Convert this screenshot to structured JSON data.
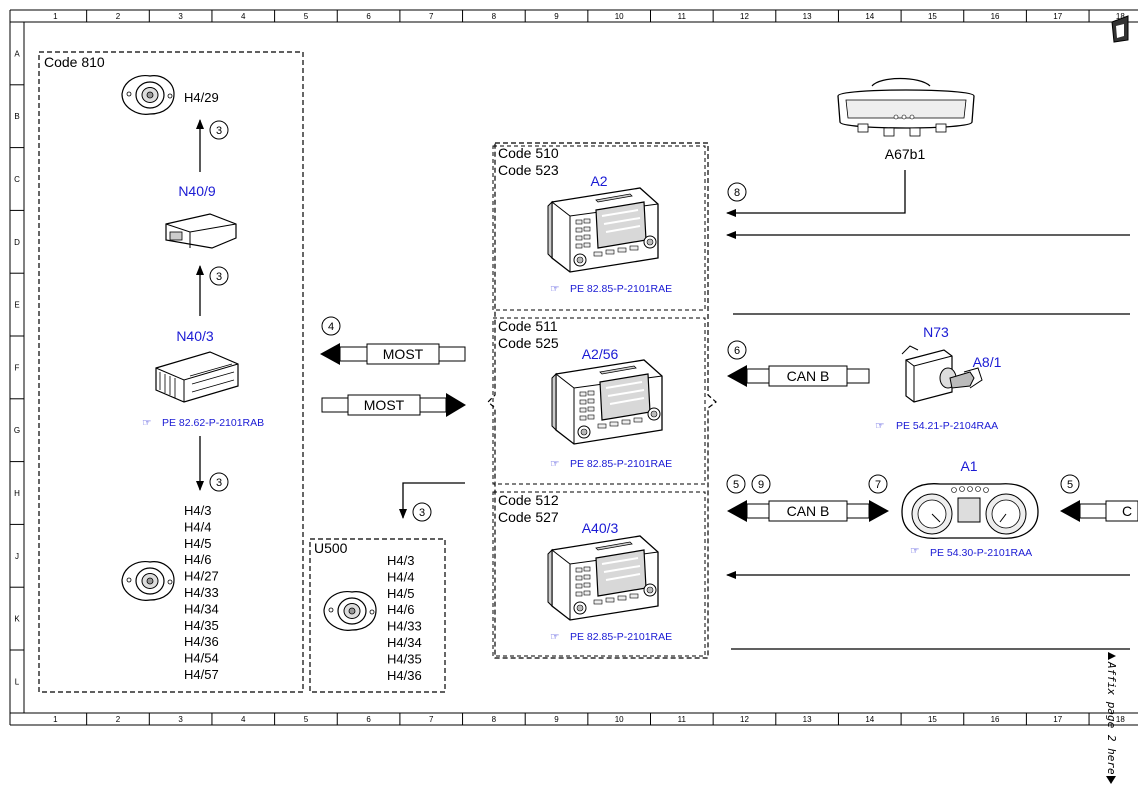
{
  "grid": {
    "columns": [
      "1",
      "2",
      "3",
      "4",
      "5",
      "6",
      "7",
      "8",
      "9",
      "10",
      "11",
      "12",
      "13",
      "14",
      "15",
      "16",
      "17",
      "18"
    ],
    "rows": [
      "A",
      "B",
      "C",
      "D",
      "E",
      "F",
      "G",
      "H",
      "J",
      "K",
      "L"
    ]
  },
  "groups": {
    "code810": "Code 810",
    "code510": "Code 510",
    "code523": "Code 523",
    "code511": "Code 511",
    "code525": "Code 525",
    "code512": "Code 512",
    "code527": "Code 527",
    "u500": "U500"
  },
  "components": {
    "h4_29": "H4/29",
    "n40_9": "N40/9",
    "n40_3": "N40/3",
    "a2": "A2",
    "a2_56": "A2/56",
    "a40_3": "A40/3",
    "a67b1": "A67b1",
    "n73": "N73",
    "a8_1": "A8/1",
    "a1": "A1"
  },
  "speaker_list_left": [
    "H4/3",
    "H4/4",
    "H4/5",
    "H4/6",
    "H4/27",
    "H4/33",
    "H4/34",
    "H4/35",
    "H4/36",
    "H4/54",
    "H4/57"
  ],
  "speaker_list_u500": [
    "H4/3",
    "H4/4",
    "H4/5",
    "H4/6",
    "H4/33",
    "H4/34",
    "H4/35",
    "H4/36"
  ],
  "refs": {
    "n40_3": "PE 82.62-P-2101RAB",
    "a2": "PE 82.85-P-2101RAE",
    "a2_56": "PE 82.85-P-2101RAE",
    "a40_3": "PE 82.85-P-2101RAE",
    "n73": "PE 54.21-P-2104RAA",
    "a1": "PE 54.30-P-2101RAA"
  },
  "buses": {
    "most": "MOST",
    "can_b": "CAN B",
    "can_partial": "C"
  },
  "circles": {
    "c3": "3",
    "c4": "4",
    "c5": "5",
    "c6": "6",
    "c7": "7",
    "c8": "8",
    "c9": "9"
  },
  "side_note": "Affix page 2 here",
  "icons": {
    "pointer": "☞"
  },
  "colors": {
    "component_label": "#1a1ad4",
    "lines": "#000000"
  }
}
